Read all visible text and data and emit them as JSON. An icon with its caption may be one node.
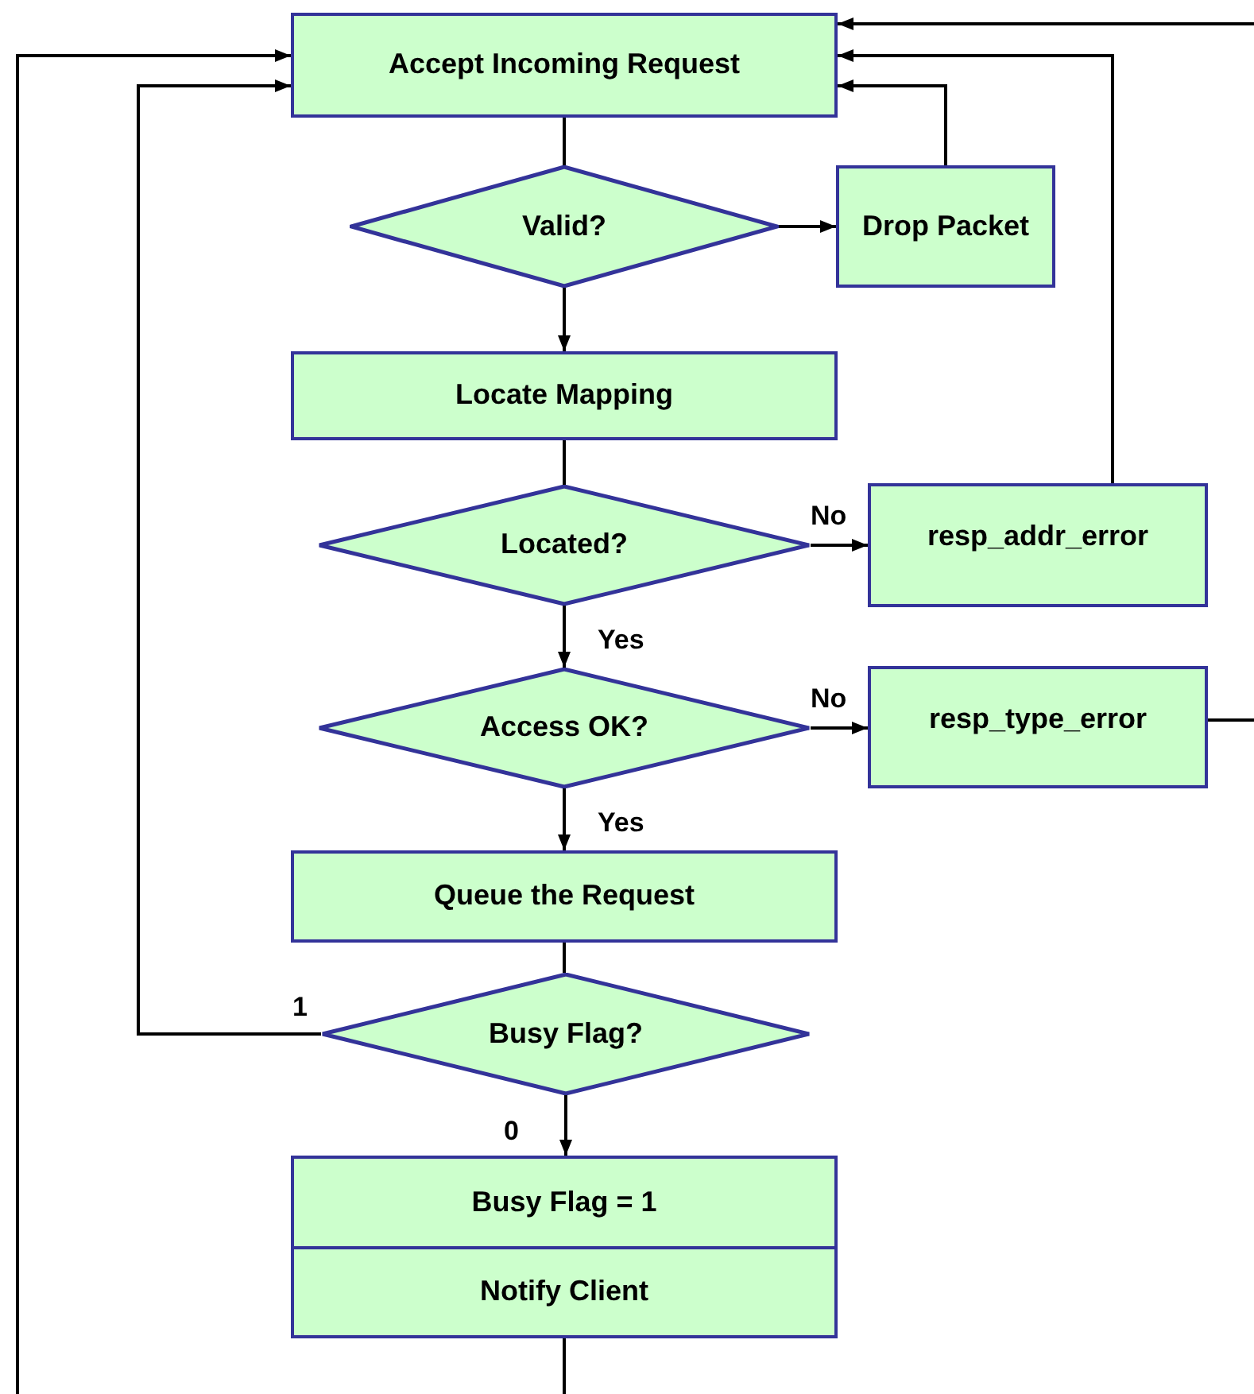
{
  "diagram": {
    "nodes": [
      {
        "text": [
          "Accept Incoming Request"
        ]
      },
      {
        "text": [
          "Valid?"
        ]
      },
      {
        "text": [
          "Drop Packet"
        ]
      },
      {
        "text": [
          "Locate Mapping"
        ]
      },
      {
        "text": [
          "Located?"
        ]
      },
      {
        "text": [
          "resp_addr_error"
        ]
      },
      {
        "text": [
          "Access OK?"
        ]
      },
      {
        "text": [
          "resp_type_error"
        ]
      },
      {
        "text": [
          "Queue the Request"
        ]
      },
      {
        "text": [
          "Busy Flag?"
        ]
      },
      {
        "text": [
          "Busy Flag = 1"
        ]
      },
      {
        "text": [
          "Notify Client"
        ]
      }
    ],
    "edges": [
      {
        "from": 0,
        "to": 1,
        "arrow": "none"
      },
      {
        "from": 1,
        "to": 2,
        "arrow": "to"
      },
      {
        "from": 2,
        "to": 0,
        "arrow": "to"
      },
      {
        "from": 1,
        "to": 3,
        "arrow": "to"
      },
      {
        "from": 3,
        "to": 4,
        "arrow": "none"
      },
      {
        "from": 4,
        "to": 5,
        "arrow": "to",
        "label": "No"
      },
      {
        "from": 5,
        "to": 0,
        "arrow": "to"
      },
      {
        "from": 4,
        "to": 6,
        "arrow": "to",
        "label": "Yes"
      },
      {
        "from": 6,
        "to": 7,
        "arrow": "to",
        "label": "No"
      },
      {
        "from": 7,
        "to": null,
        "arrow": "none"
      },
      {
        "from": null,
        "to": 0,
        "arrow": "to"
      },
      {
        "from": 6,
        "to": 8,
        "arrow": "to",
        "label": "Yes"
      },
      {
        "from": 8,
        "to": 9,
        "arrow": "none"
      },
      {
        "from": 9,
        "to": 0,
        "arrow": "to",
        "label": "1"
      },
      {
        "from": 9,
        "to": 10,
        "arrow": "to",
        "label": "0"
      },
      {
        "from": 11,
        "to": null,
        "arrow": "none"
      },
      {
        "from": null,
        "to": 0,
        "arrow": "to"
      }
    ]
  }
}
